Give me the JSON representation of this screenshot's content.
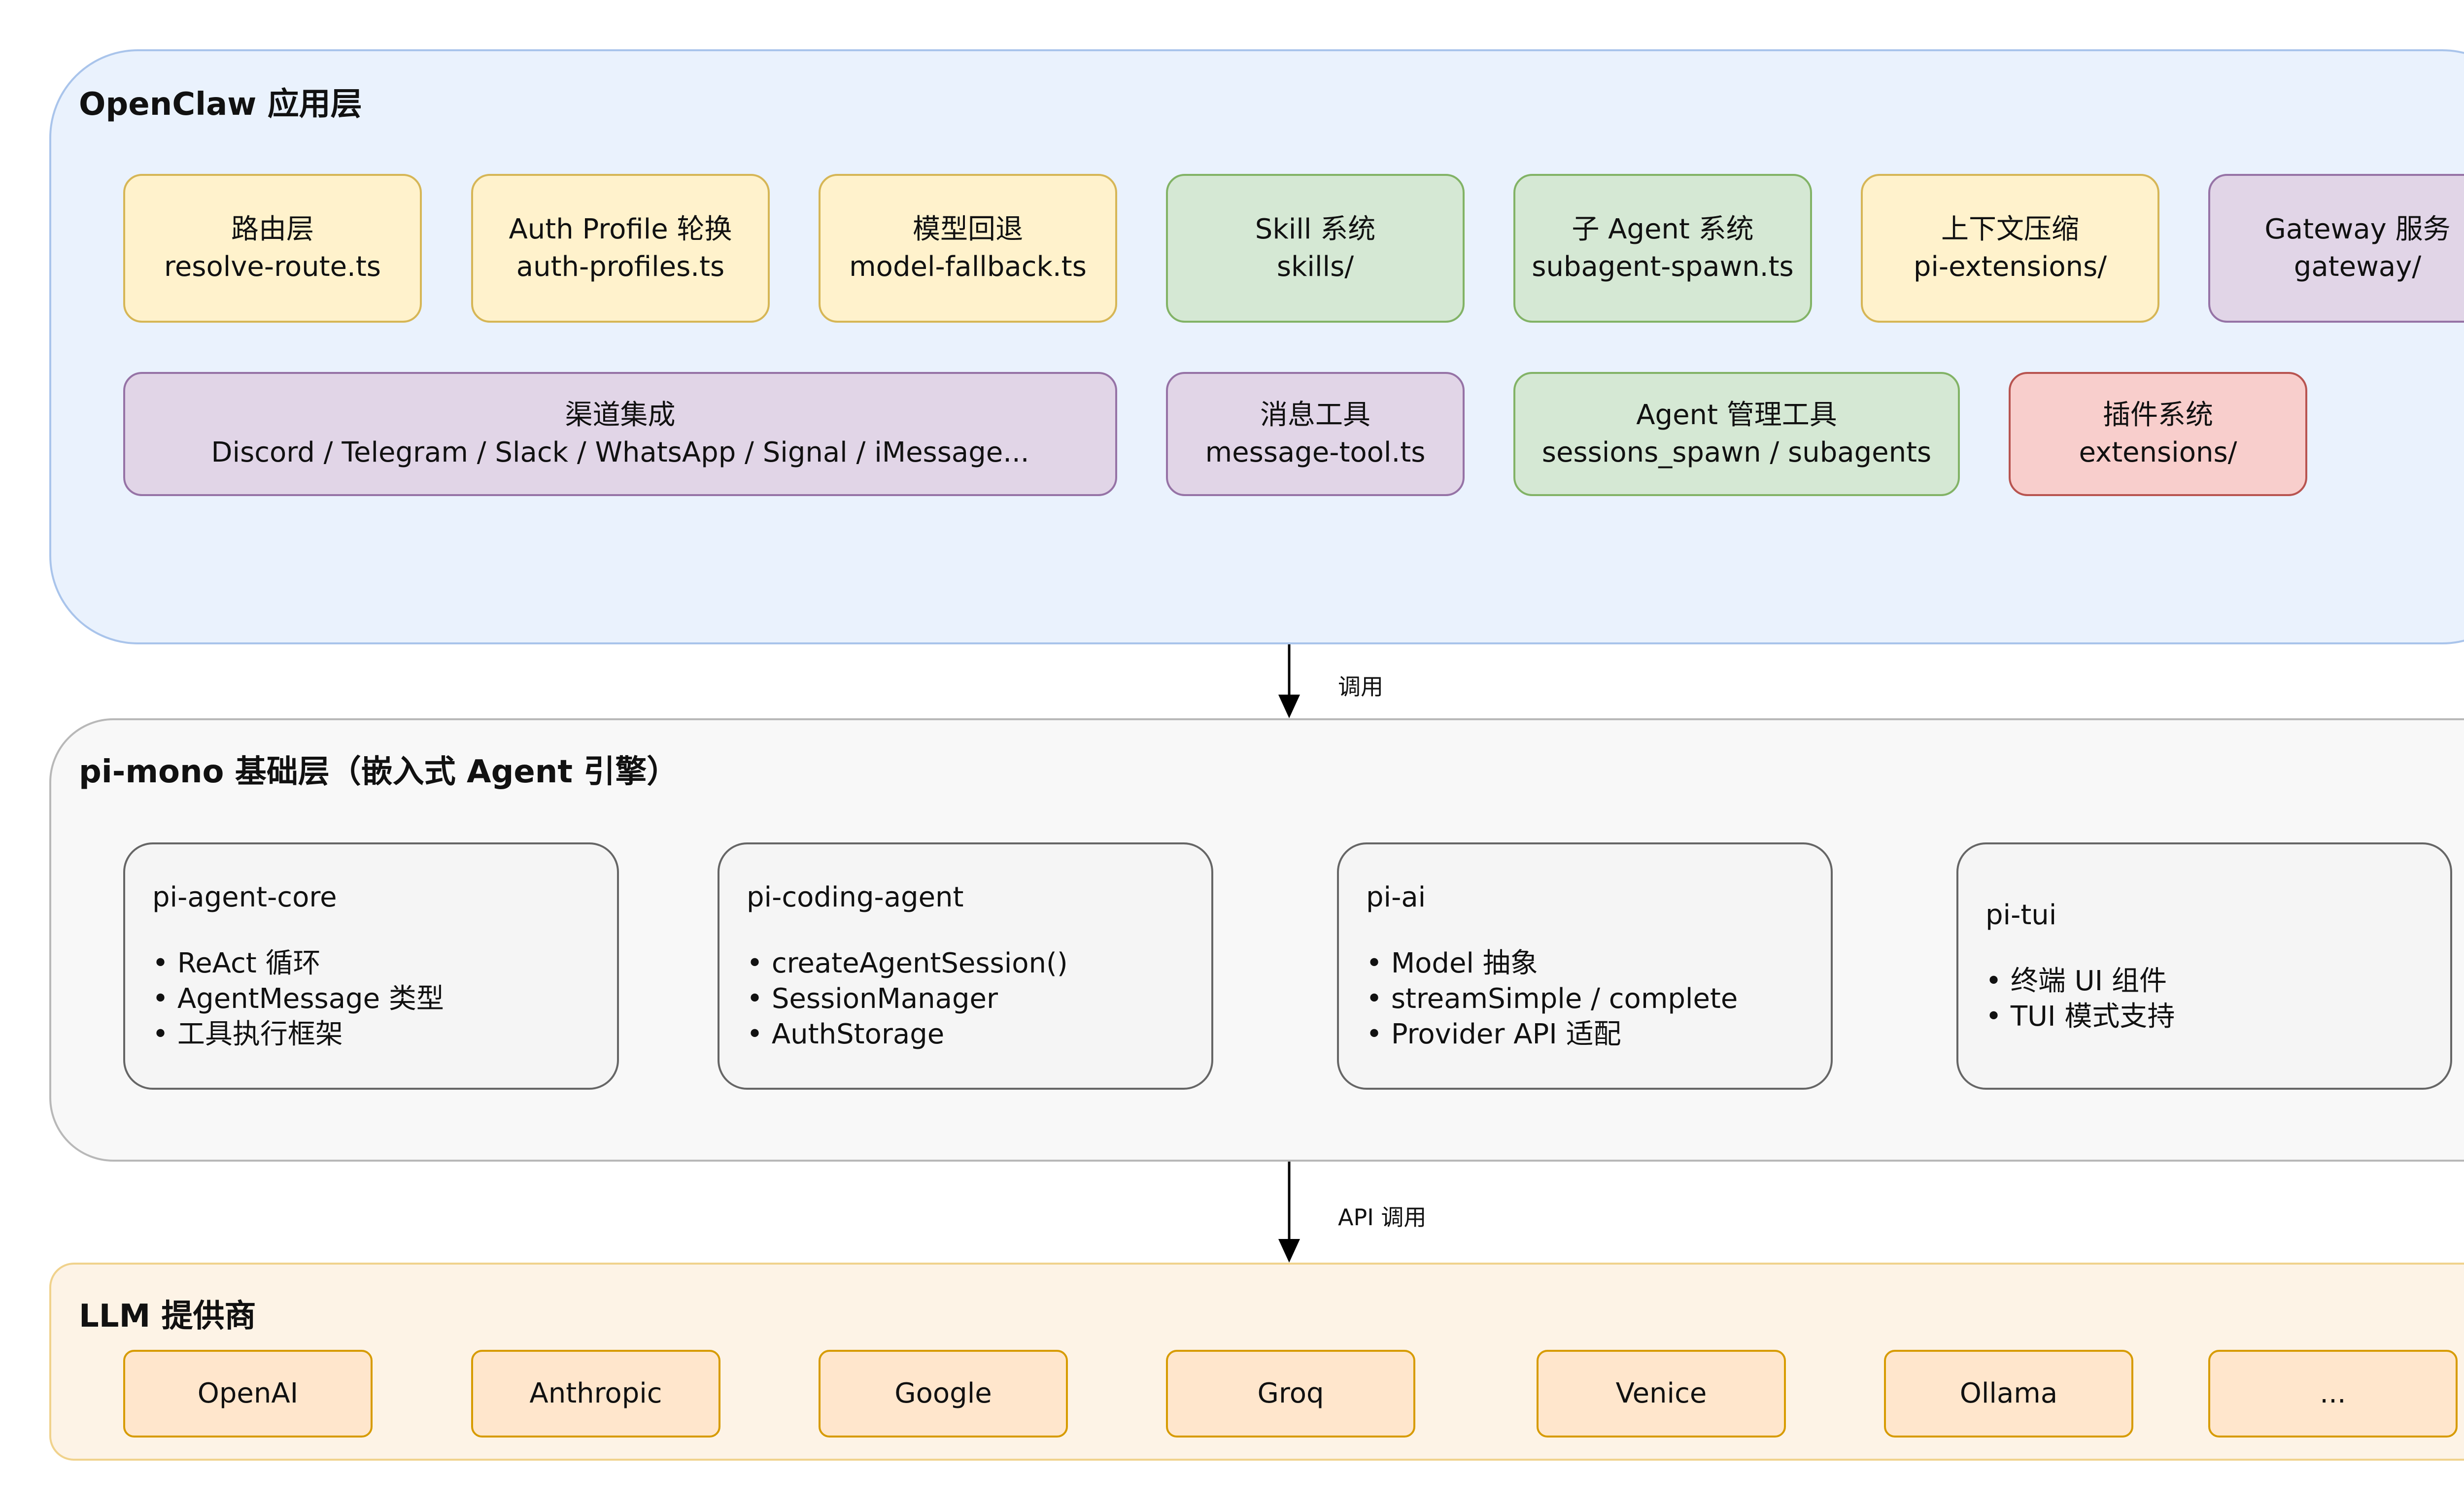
{
  "app_layer": {
    "title": "OpenClaw 应用层",
    "modules": [
      {
        "line1": "路由层",
        "line2": "resolve-route.ts"
      },
      {
        "line1": "Auth Profile 轮换",
        "line2": "auth-profiles.ts"
      },
      {
        "line1": "模型回退",
        "line2": "model-fallback.ts"
      },
      {
        "line1": "Skill 系统",
        "line2": "skills/"
      },
      {
        "line1": "子 Agent 系统",
        "line2": "subagent-spawn.ts"
      },
      {
        "line1": "上下文压缩",
        "line2": "pi-extensions/"
      },
      {
        "line1": "Gateway 服务",
        "line2": "gateway/"
      },
      {
        "line1": "渠道集成",
        "line2": "Discord / Telegram / Slack / WhatsApp / Signal / iMessage..."
      },
      {
        "line1": "消息工具",
        "line2": "message-tool.ts"
      },
      {
        "line1": "Agent 管理工具",
        "line2": "sessions_spawn / subagents"
      },
      {
        "line1": "插件系统",
        "line2": "extensions/"
      }
    ]
  },
  "edges": {
    "app_to_base": "调用",
    "base_to_llm": "API 调用"
  },
  "base_layer": {
    "title": "pi-mono 基础层（嵌入式 Agent 引擎）",
    "packages": [
      {
        "name": "pi-agent-core",
        "items": [
          "• ReAct 循环",
          "• AgentMessage 类型",
          "• 工具执行框架"
        ]
      },
      {
        "name": "pi-coding-agent",
        "items": [
          "• createAgentSession()",
          "• SessionManager",
          "• AuthStorage"
        ]
      },
      {
        "name": "pi-ai",
        "items": [
          "• Model 抽象",
          "• streamSimple / complete",
          "• Provider API 适配"
        ]
      },
      {
        "name": "pi-tui",
        "items": [
          "• 终端 UI 组件",
          "• TUI 模式支持"
        ]
      }
    ]
  },
  "llm_layer": {
    "title": "LLM 提供商",
    "providers": [
      "OpenAI",
      "Anthropic",
      "Google",
      "Groq",
      "Venice",
      "Ollama",
      "..."
    ]
  }
}
